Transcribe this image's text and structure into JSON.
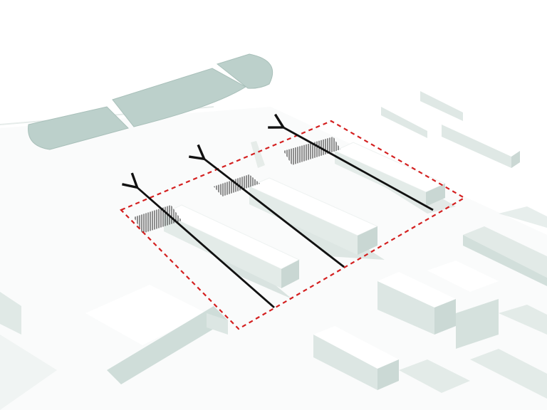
{
  "diagram": {
    "description_visible_text": "",
    "colors": {
      "background": "#ffffff",
      "ground": "#f7f8f8",
      "green_space": "#b9cdc8",
      "green_space_edge": "#9fb8b2",
      "building_top": "#ffffff",
      "building_side": "#dde6e3",
      "shadow": "#c8d6d2",
      "boundary": "#d42020",
      "arrow": "#111111",
      "hatch": "#222222"
    },
    "site_boundary_style": "red-dashed",
    "arrow_count": 3,
    "hatched_zone_count": 3
  }
}
